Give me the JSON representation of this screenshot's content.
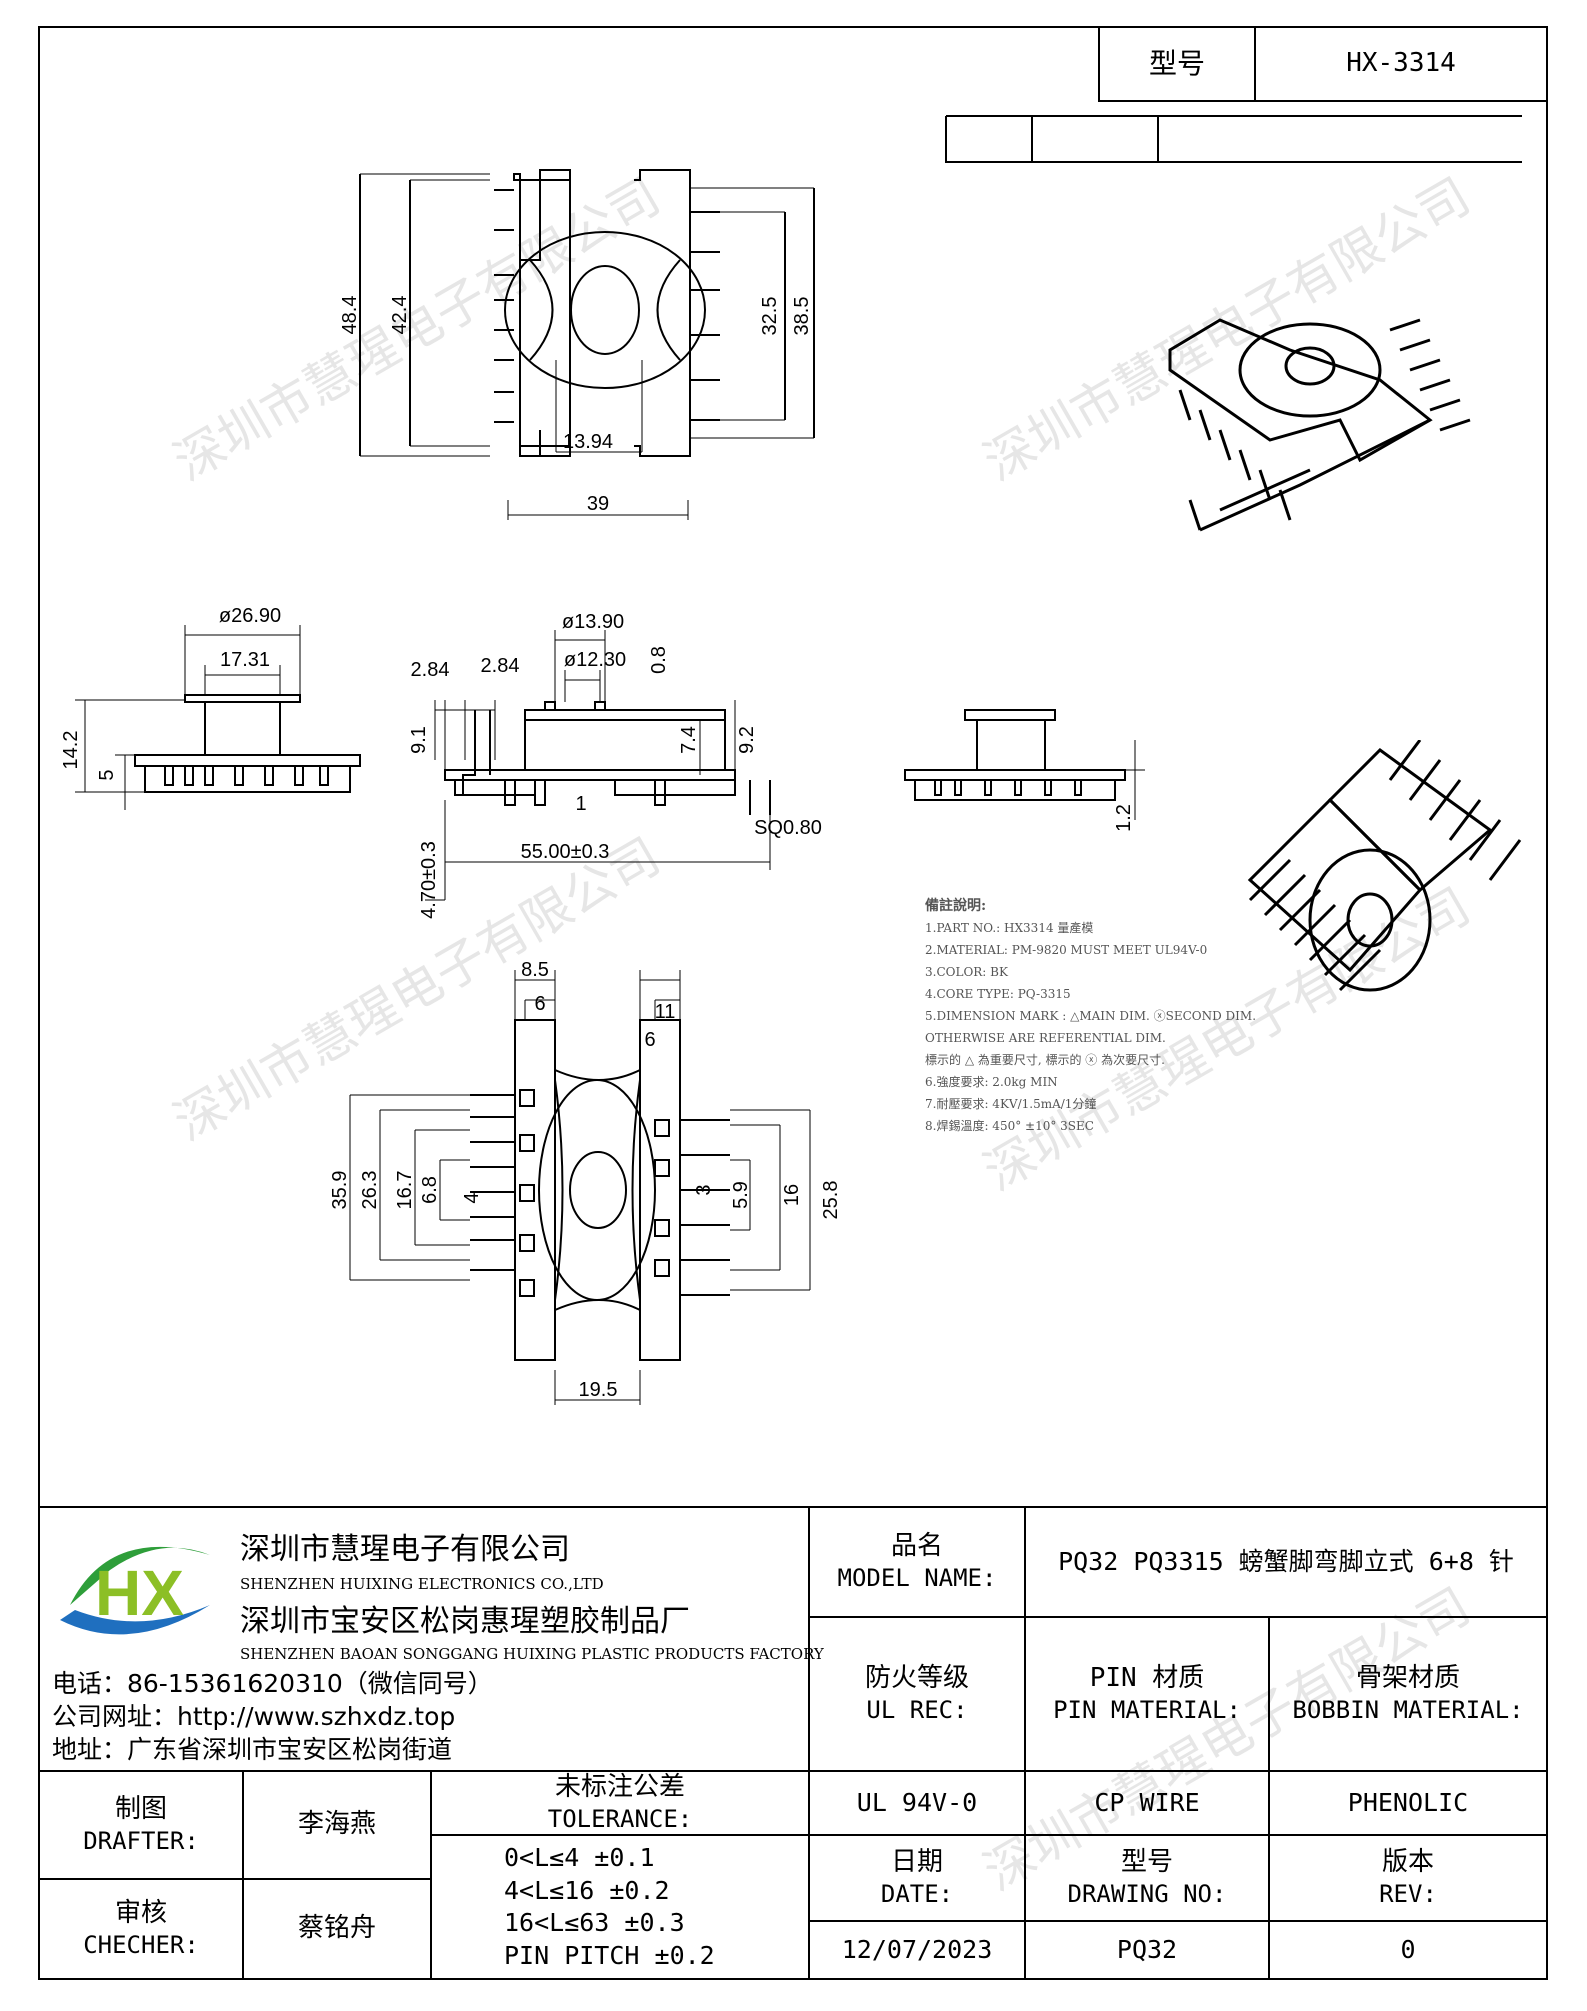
{
  "watermark": "深圳市慧瑆电子有限公司",
  "header": {
    "model_label": "型号",
    "model_value": "HX-3314"
  },
  "top_view_dims": {
    "d1": "48.4",
    "d2": "42.4",
    "d3": "32.5",
    "d4": "38.5",
    "d5": "13.94",
    "d6": "39"
  },
  "side_view_dims": {
    "dia_a": "ø26.90",
    "dia_b": "17.31",
    "h1": "14.2",
    "h2": "5"
  },
  "front_view_dims": {
    "dia_a": "ø13.90",
    "dia_b": "ø12.30",
    "t1": "0.8",
    "p1": "2.84",
    "p2": "2.84",
    "h1": "9.1",
    "h2": "7.4",
    "h3": "9.2",
    "one": "1",
    "len": "55.00±0.3",
    "sq": "SQ0.80",
    "depth": "4.70±0.3"
  },
  "right_view_dims": {
    "h": "1.2"
  },
  "bottom_view_dims": {
    "w1": "8.5",
    "w2": "6",
    "w3": "11",
    "w4": "6",
    "a1": "35.9",
    "a2": "26.3",
    "a3": "16.7",
    "a4": "6.8",
    "a5": "4",
    "b1": "3",
    "b2": "5.9",
    "b3": "16",
    "b4": "25.8",
    "bot": "19.5"
  },
  "notes": {
    "title": "備註說明:",
    "items": [
      "1.PART NO.: HX3314 量產模",
      "2.MATERIAL: PM-9820 MUST MEET UL94V-0",
      "3.COLOR: BK",
      "4.CORE TYPE: PQ-3315",
      "5.DIMENSION MARK : △MAIN DIM. ⓧSECOND DIM.",
      "  OTHERWISE ARE REFERENTIAL DIM.",
      "  標示的 △ 為重要尺寸, 標示的 ⓧ 為次要尺寸.",
      "6.強度要求: 2.0kg MIN",
      "7.耐壓要求: 4KV/1.5mA/1分鐘",
      "8.焊錫溫度: 450° ±10° 3SEC"
    ]
  },
  "title_block": {
    "company_cn": "深圳市慧瑆电子有限公司",
    "company_en": "SHENZHEN HUIXING ELECTRONICS CO.,LTD",
    "factory_cn": "深圳市宝安区松岗惠瑆塑胶制品厂",
    "factory_en": "SHENZHEN BAOAN SONGGANG HUIXING PLASTIC PRODUCTS FACTORY",
    "phone": "电话：86-15361620310（微信同号）",
    "website": "公司网址：http://www.szhxdz.top",
    "address": "地址：广东省深圳市宝安区松岗街道",
    "logo_text": "HX",
    "model_name_cn": "品名",
    "model_name_en": "MODEL NAME:",
    "model_name_value": "PQ32 PQ3315 螃蟹脚弯脚立式 6+8 针",
    "ul_cn": "防火等级",
    "ul_en": "UL REC:",
    "pin_cn": "PIN 材质",
    "pin_en": "PIN MATERIAL:",
    "bobbin_cn": "骨架材质",
    "bobbin_en": "BOBBIN MATERIAL:",
    "ul_value": "UL 94V-0",
    "pin_value": "CP WIRE",
    "bobbin_value": "PHENOLIC",
    "drafter_cn": "制图",
    "drafter_en": "DRAFTER:",
    "drafter_value": "李海燕",
    "checker_cn": "审核",
    "checker_en": "CHECHER:",
    "checker_value": "蔡铭舟",
    "tol_cn": "未标注公差",
    "tol_en": "TOLERANCE:",
    "tol_lines": [
      "0<L≤4  ±0.1",
      "4<L≤16  ±0.2",
      "16<L≤63  ±0.3",
      "PIN PITCH  ±0.2"
    ],
    "date_cn": "日期",
    "date_en": "DATE:",
    "date_value": "12/07/2023",
    "dwg_cn": "型号",
    "dwg_en": "DRAWING NO:",
    "dwg_value": "PQ32",
    "rev_cn": "版本",
    "rev_en": "REV:",
    "rev_value": "0"
  }
}
